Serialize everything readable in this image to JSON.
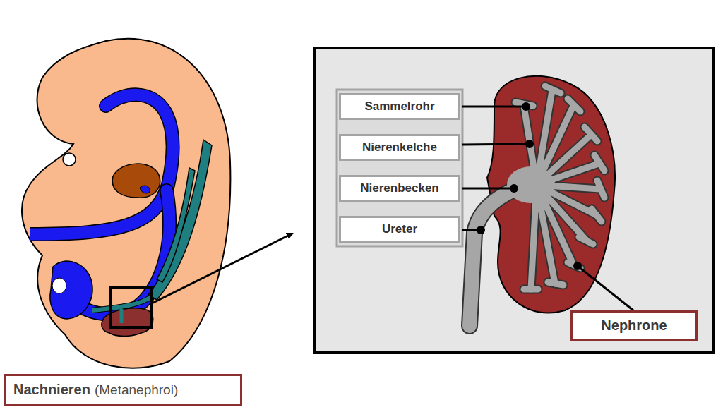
{
  "diagram": {
    "nodes": [
      {
        "text": [
          "Sammelrohr"
        ]
      },
      {
        "text": [
          "Nierenkelche"
        ]
      },
      {
        "text": [
          "Nierenbecken"
        ]
      },
      {
        "text": [
          "Ureter"
        ]
      },
      {
        "text": [
          "Nephrone"
        ]
      },
      {
        "text": [
          "Nachnieren",
          "(Metanephroi)"
        ]
      }
    ]
  }
}
